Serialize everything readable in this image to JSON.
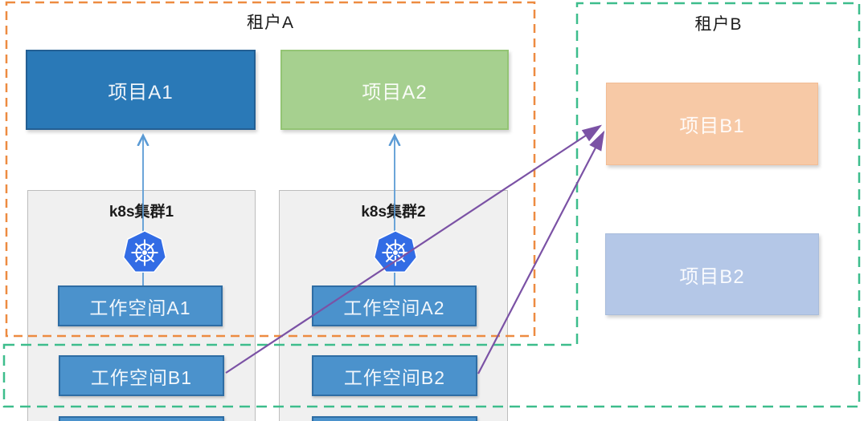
{
  "diagram": {
    "tenant_a": {
      "label": "租户A"
    },
    "tenant_b": {
      "label": "租户B"
    },
    "projects": {
      "a1": {
        "label": "项目A1"
      },
      "a2": {
        "label": "项目A2"
      },
      "b1": {
        "label": "项目B1"
      },
      "b2": {
        "label": "项目B2"
      }
    },
    "clusters": {
      "c1": {
        "label": "k8s集群1"
      },
      "c2": {
        "label": "k8s集群2"
      }
    },
    "workspaces": {
      "a1": {
        "label": "工作空间A1"
      },
      "a2": {
        "label": "工作空间A2"
      },
      "b1": {
        "label": "工作空间B1"
      },
      "b2": {
        "label": "工作空间B2"
      }
    },
    "icons": {
      "kubernetes": "kubernetes-icon"
    },
    "colors": {
      "tenant_a_border": "#ED8B41",
      "tenant_b_border": "#3DBD8C",
      "project_a1_fill": "#2A79B7",
      "project_a2_fill": "#A6D08F",
      "project_b1_fill": "#F7C9A6",
      "project_b2_fill": "#B4C7E7",
      "workspace_fill": "#4B92CC",
      "workspace_border": "#2E6DA4",
      "cluster_fill": "#F0F0F0",
      "connector_blue": "#5B9BD5",
      "connector_purple": "#7B52A5",
      "kubernetes_blue": "#326CE5"
    }
  }
}
